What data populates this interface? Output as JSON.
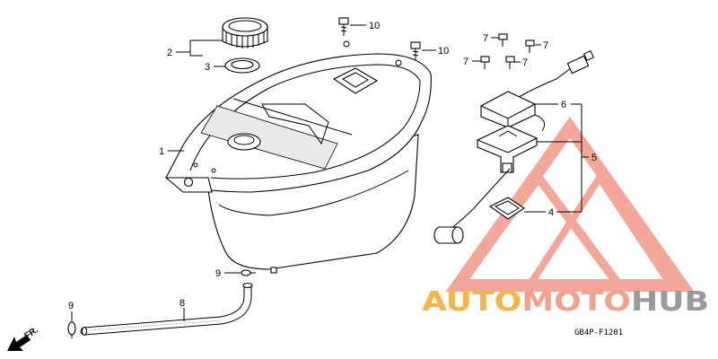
{
  "diagram": {
    "callouts": {
      "c1": "1",
      "c2": "2",
      "c3": "3",
      "c4": "4",
      "c5": "5",
      "c6": "6",
      "c7a": "7",
      "c7b": "7",
      "c7c": "7",
      "c7d": "7",
      "c8": "8",
      "c9a": "9",
      "c9b": "9",
      "c10a": "10",
      "c10b": "10"
    },
    "direction_label": "FR.",
    "diagram_code": "GB4P-F1201"
  },
  "watermark": {
    "brand_part1": "AUTO",
    "brand_part2": "MOTO",
    "brand_part3": "HUB",
    "colors": {
      "triangle": "#f08a7a",
      "auto": "#f5b34a",
      "moto": "#f3a18f",
      "hub": "#9a9a9a"
    }
  }
}
